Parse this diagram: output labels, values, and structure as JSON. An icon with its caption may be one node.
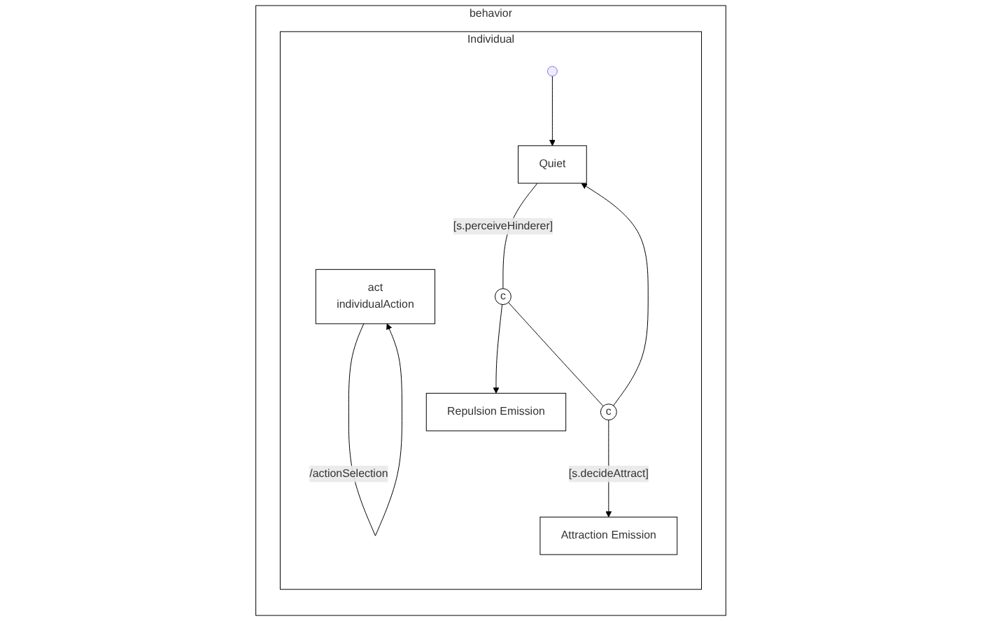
{
  "diagram": {
    "nodes": [
      {
        "text": [
          "behavior"
        ]
      },
      {
        "text": [
          "Individual"
        ],
        "in": 0
      },
      {
        "text": [
          "act",
          "individualAction"
        ],
        "in": 1
      },
      {
        "text": [],
        "shape": "circle",
        "in": 1
      },
      {
        "text": [
          "Quiet"
        ],
        "in": 1
      },
      {
        "text": [
          "c"
        ],
        "in": 1
      },
      {
        "text": [
          "Repulsion Emission"
        ],
        "in": 1
      },
      {
        "text": [
          "c"
        ],
        "in": 1
      },
      {
        "text": [
          "Attraction Emission"
        ],
        "in": 1
      }
    ],
    "edges": [
      {
        "from": 2,
        "to": 2,
        "arrow": "to",
        "label": "/actionSelection"
      },
      {
        "from": 3,
        "to": 4,
        "arrow": "to"
      },
      {
        "from": 4,
        "to": 5,
        "arrow": "none",
        "label": "[s.perceiveHinderer]"
      },
      {
        "from": 5,
        "to": 6,
        "arrow": "to"
      },
      {
        "from": 5,
        "to": 7,
        "arrow": "none"
      },
      {
        "from": 7,
        "to": 4,
        "arrow": "to"
      },
      {
        "from": 7,
        "to": 8,
        "arrow": "to",
        "label": "[s.decideAttract]"
      }
    ]
  }
}
